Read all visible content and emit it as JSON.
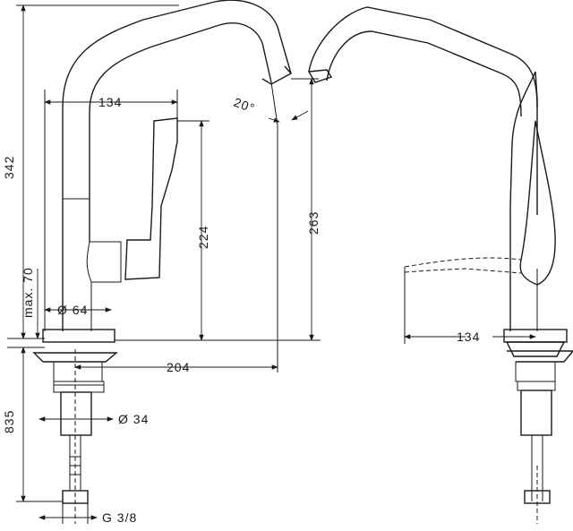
{
  "dimensions": {
    "total_height": "342",
    "max_70": "max. 70",
    "below_deck": "835",
    "spout_reach_left": "134",
    "angle": "20°",
    "lever_height": "224",
    "spout_height": "263",
    "base_diameter": "Ø 64",
    "spout_reach_total": "204",
    "shank_diameter": "Ø 34",
    "thread": "G 3/8",
    "spout_reach_right": "134"
  }
}
